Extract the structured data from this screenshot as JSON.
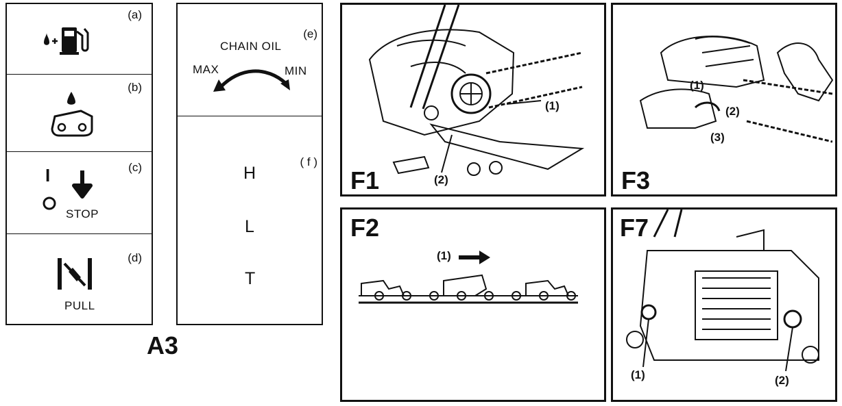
{
  "panelA3": {
    "title": "A3",
    "symbols": [
      {
        "tag": "(a)",
        "icon": "fuel-pump-icon"
      },
      {
        "tag": "(b)",
        "icon": "chain-oil-drop-icon"
      },
      {
        "tag": "(c)",
        "icon": "stop-switch-icon",
        "caption": "STOP"
      },
      {
        "tag": "(d)",
        "icon": "choke-pull-icon",
        "caption": "PULL"
      }
    ],
    "oil": {
      "tag": "(e)",
      "title": "CHAIN OIL",
      "max": "MAX",
      "min": "MIN"
    },
    "carb": {
      "tag": "( f )",
      "h": "H",
      "l": "L",
      "t": "T"
    },
    "switch_on": "I"
  },
  "figures": {
    "f1": {
      "label": "F1",
      "callouts": [
        "(1)",
        "(2)"
      ]
    },
    "f2": {
      "label": "F2",
      "callouts": [
        "(1)"
      ]
    },
    "f3": {
      "label": "F3",
      "callouts": [
        "(1)",
        "(2)",
        "(3)"
      ]
    },
    "f7": {
      "label": "F7",
      "callouts": [
        "(1)",
        "(2)"
      ]
    }
  }
}
